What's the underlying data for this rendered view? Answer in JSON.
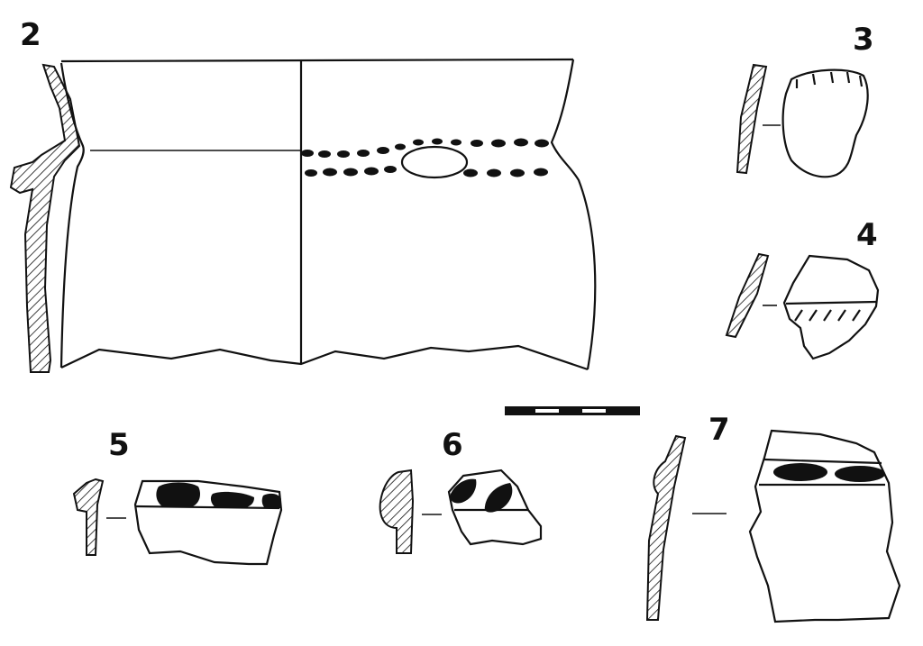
{
  "figures": [
    {
      "id": "2",
      "label": "2"
    },
    {
      "id": "3",
      "label": "3"
    },
    {
      "id": "4",
      "label": "4"
    },
    {
      "id": "5",
      "label": "5"
    },
    {
      "id": "6",
      "label": "6"
    },
    {
      "id": "7",
      "label": "7"
    }
  ],
  "colors": {
    "ink": "#111111",
    "paper": "#ffffff"
  },
  "scale_bar": {
    "segments": 5
  }
}
